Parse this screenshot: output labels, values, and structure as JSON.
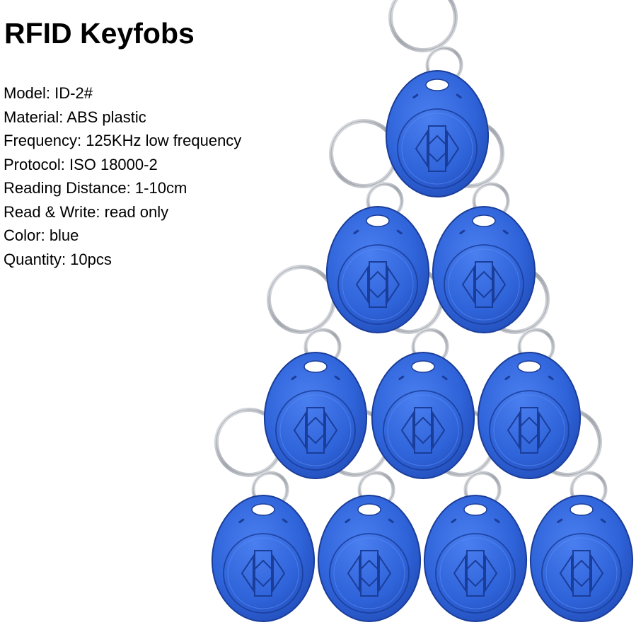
{
  "title": "RFID Keyfobs",
  "specs": [
    {
      "label": "Model",
      "value": "ID-2#"
    },
    {
      "label": "Material",
      "value": "ABS plastic"
    },
    {
      "label": "Frequency",
      "value": "125KHz low frequency"
    },
    {
      "label": "Protocol",
      "value": "ISO 18000-2"
    },
    {
      "label": "Reading Distance",
      "value": "1-10cm"
    },
    {
      "label": "Read & Write",
      "value": "read only"
    },
    {
      "label": "Color",
      "value": "blue"
    },
    {
      "label": "Quantity",
      "value": "10pcs"
    }
  ],
  "product": {
    "fob_count": 10,
    "fob_color": "#2f63d9",
    "ring_color": "#c9ccd1",
    "icon": "rfid-keyfob-icon"
  }
}
